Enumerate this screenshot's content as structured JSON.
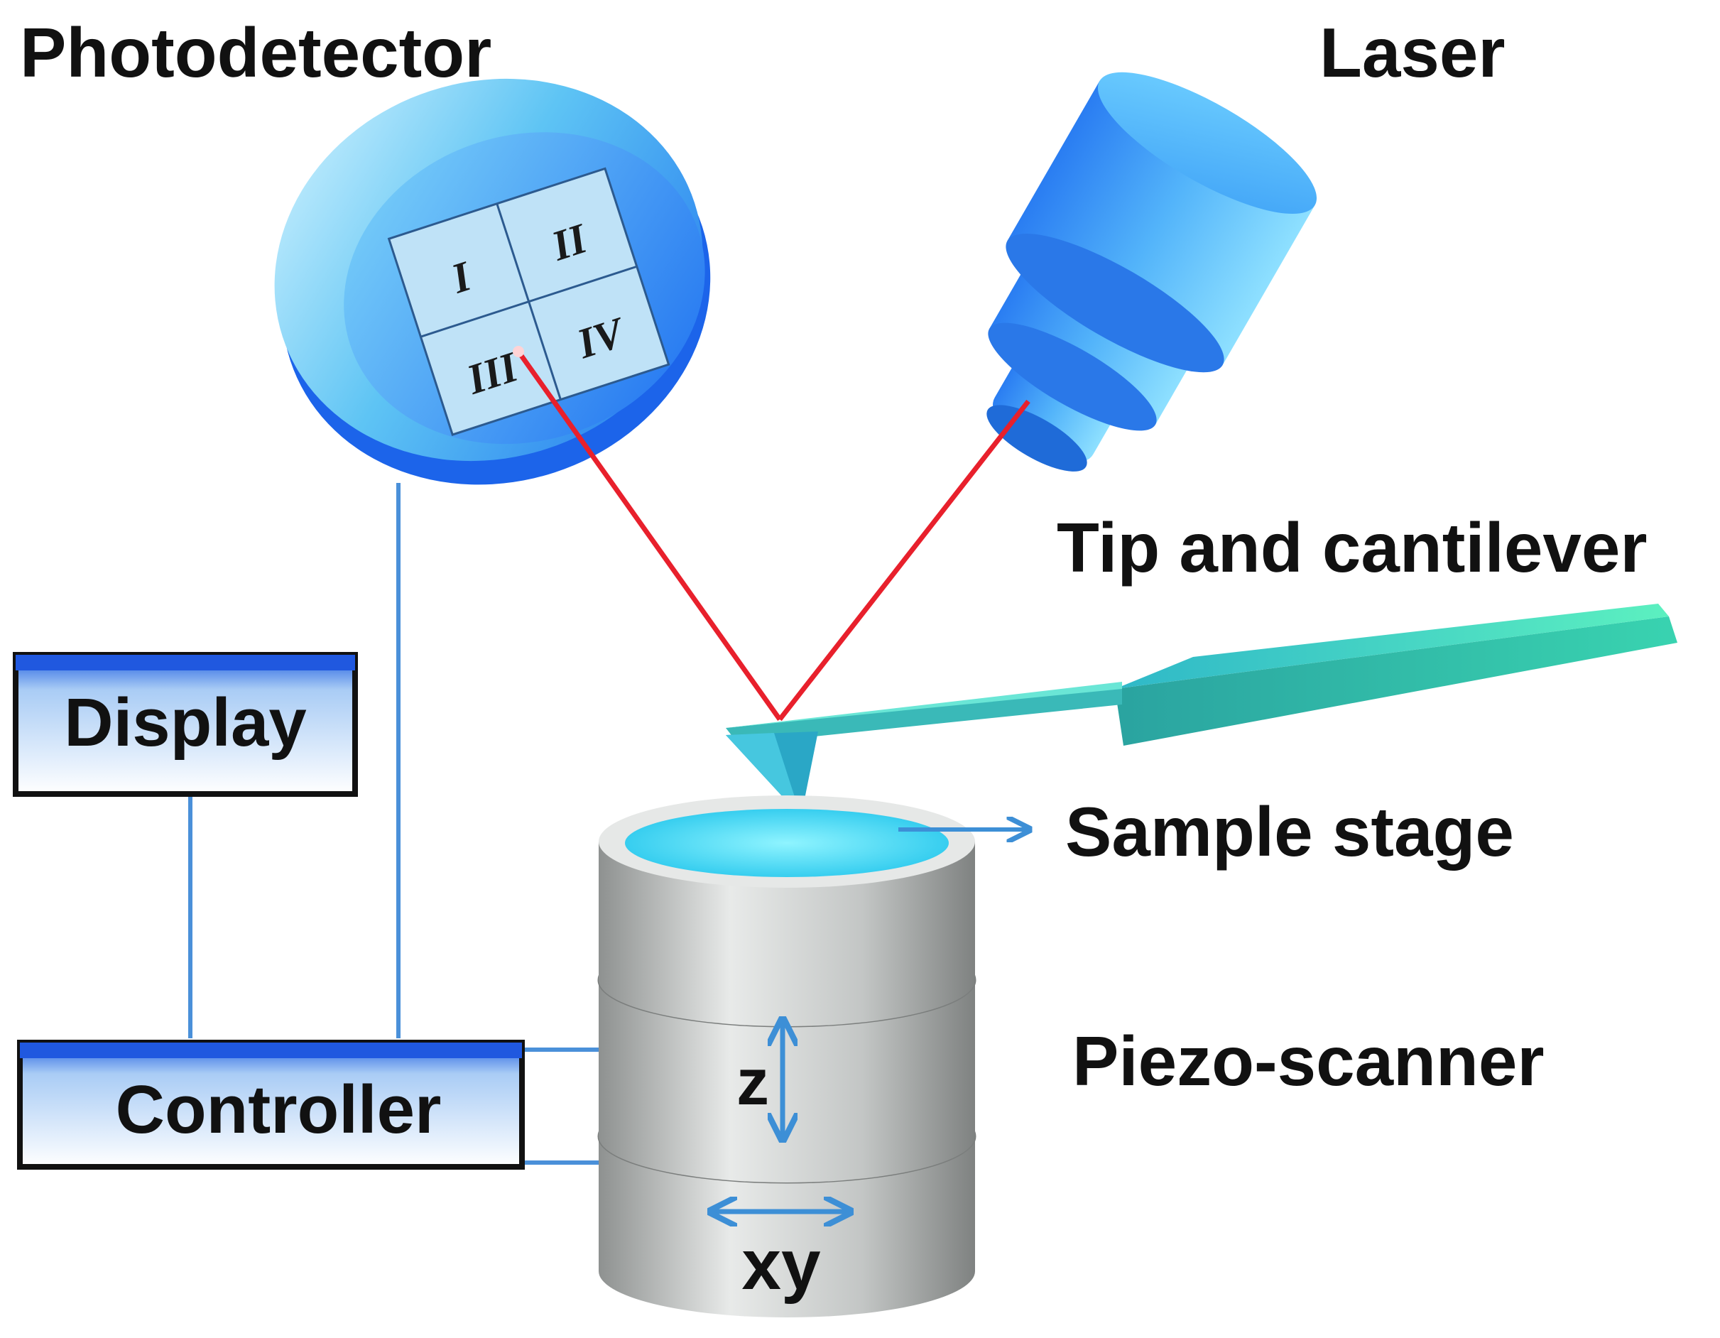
{
  "labels": {
    "photodetector": "Photodetector",
    "laser": "Laser",
    "tip_cantilever": "Tip and cantilever",
    "sample_stage": "Sample stage",
    "piezo_scanner": "Piezo-scanner",
    "display": "Display",
    "controller": "Controller",
    "z_axis": "z",
    "xy_axis": "xy"
  },
  "quadrants": [
    "I",
    "II",
    "III",
    "IV"
  ],
  "colors": {
    "laser_beam": "#e8202c",
    "wire": "#4a90d9",
    "device_blue": "#1f7fff",
    "stage_top": "#38d8f2",
    "cantilever": "#3fd6b8",
    "cylinder_gray": "#c9cbca"
  }
}
